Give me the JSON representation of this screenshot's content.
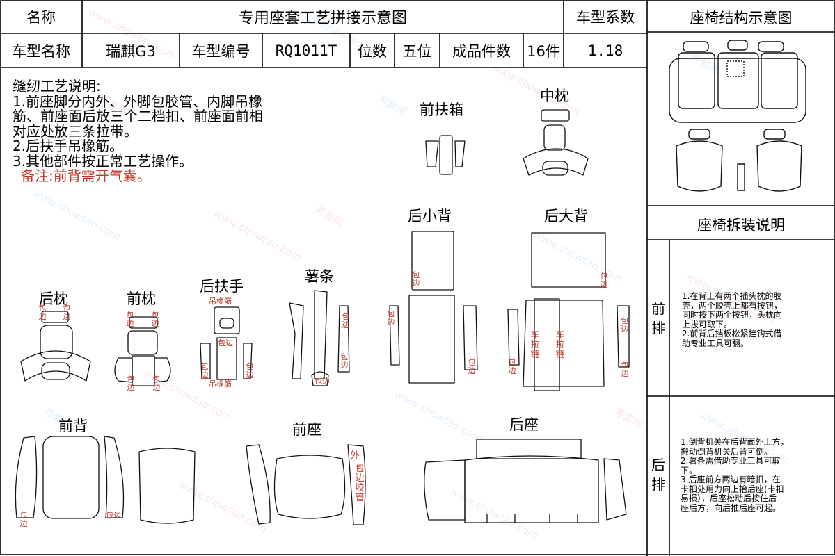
{
  "header": {
    "name_label": "名称",
    "title": "专用座套工艺拼接示意图",
    "coef_label": "车型系数",
    "coef_value": "1.18",
    "model_name_label": "车型名称",
    "model_name": "瑞麒G3",
    "model_no_label": "车型编号",
    "model_no": "RQ1011T",
    "seats_label": "位数",
    "seats_value": "五位",
    "pieces_label": "成品件数",
    "pieces_value": "16件"
  },
  "notes": {
    "title": "缝纫工艺说明:",
    "lines": [
      "1.前座脚分内外、外脚包胶管、内脚吊橡",
      "筋、前座面后放三个二档扣、前座面前相",
      "对应处放三条拉带。",
      "2.后扶手吊橡筋。",
      "3.其他部件按正常工艺操作。"
    ],
    "remark": "备注:前背需开气囊。"
  },
  "pieces": {
    "front_armbox": "前扶箱",
    "middle_pillow": "中枕",
    "rear_small_back": "后小背",
    "rear_big_back": "后大背",
    "rear_pillow": "后枕",
    "front_pillow": "前枕",
    "rear_armrest": "后扶手",
    "potato_strip": "薯条",
    "front_back": "前背",
    "front_seat": "前座",
    "rear_seat": "后座"
  },
  "tags": {
    "edge": "包边",
    "rubber_band": "吊橡筋",
    "zipper": "车拉链",
    "outer": "外",
    "edge_tube": "包边胶管"
  },
  "side": {
    "structure_title": "座椅结构示意图",
    "disassembly_title": "座椅拆装说明",
    "front_row_label": "前排",
    "rear_row_label": "后排",
    "front_instructions": [
      "1.在背上有两个插头枕的胶",
      "壳，两个胶壳上都有按钮，",
      "同时按下两个按钮，头枕向",
      "上拔可取下。",
      "2.前背后挡板松紧挂钩式借",
      "助专业工具可翻。"
    ],
    "rear_instructions": [
      "1.倒背机关在后背面外上方，",
      "搬动倒背机关后背可倒。",
      "2.薯条需借助专业工具可取",
      "下。",
      "3.后座前方两边有暗扣，在",
      "卡扣处用力向上抬后座(卡扣",
      "易损），后座松动后按住后",
      "座后方，向后推后座可起。"
    ]
  },
  "watermark": {
    "site": "www.showtao.com",
    "brand": "秀套网"
  }
}
